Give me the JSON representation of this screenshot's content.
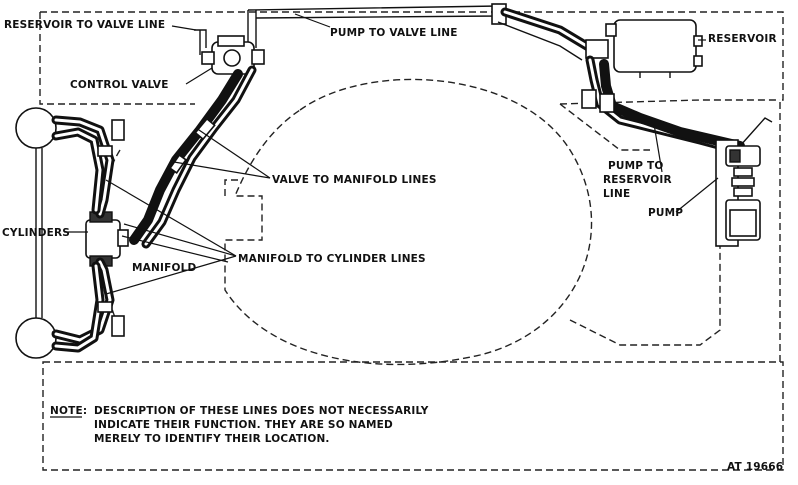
{
  "labels": {
    "reservoir_to_valve_line": "RESERVOIR TO VALVE LINE",
    "pump_to_valve_line": "PUMP TO VALVE LINE",
    "reservoir": "RESERVOIR",
    "control_valve": "CONTROL VALVE",
    "valve_to_manifold_lines": "VALVE TO MANIFOLD LINES",
    "pump_to_reservoir_line": [
      "PUMP TO",
      "RESERVOIR",
      "LINE"
    ],
    "pump": "PUMP",
    "cylinders": "CYLINDERS",
    "manifold": "MANIFOLD",
    "manifold_to_cylinder_lines": "MANIFOLD TO CYLINDER LINES"
  },
  "note": {
    "prefix": "NOTE:",
    "lines": [
      "DESCRIPTION OF THESE LINES DOES NOT NECESSARILY",
      "INDICATE THEIR FUNCTION.  THEY ARE SO NAMED",
      "MERELY TO IDENTIFY THEIR LOCATION."
    ]
  },
  "figure_id": "AT 19666"
}
